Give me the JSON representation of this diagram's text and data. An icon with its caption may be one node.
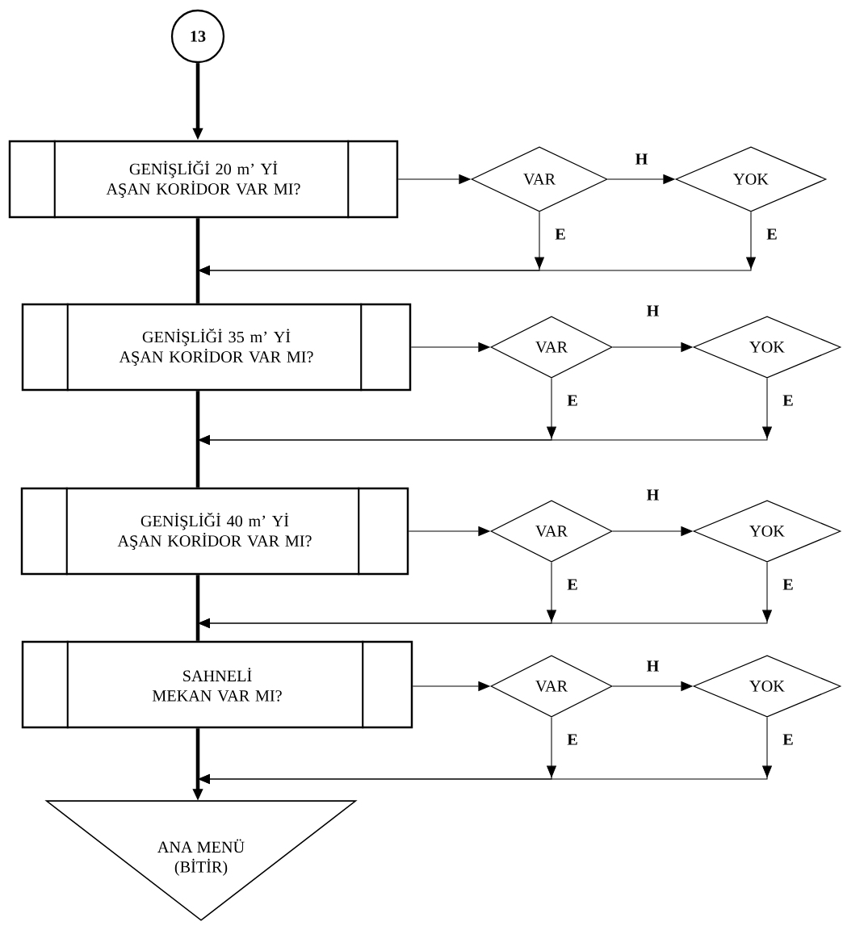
{
  "diagram": {
    "nodes": [
      {
        "text": [
          "13"
        ]
      },
      {
        "text": [
          "GENİŞLİĞİ 20 m’ Yİ AŞAN KORİDOR VAR MI?"
        ]
      },
      {
        "text": [
          "VAR"
        ]
      },
      {
        "text": [
          "YOK"
        ]
      },
      {
        "text": [
          "GENİŞLİĞİ 35 m’ Yİ AŞAN KORİDOR VAR MI?"
        ]
      },
      {
        "text": [
          "VAR"
        ]
      },
      {
        "text": [
          "YOK"
        ]
      },
      {
        "text": [
          "GENİŞLİĞİ 40 m’ Yİ AŞAN KORİDOR VAR MI?"
        ]
      },
      {
        "text": [
          "VAR"
        ]
      },
      {
        "text": [
          "YOK"
        ]
      },
      {
        "text": [
          "SAHNELİ MEKAN VAR MI?"
        ]
      },
      {
        "text": [
          "VAR"
        ]
      },
      {
        "text": [
          "YOK"
        ]
      },
      {
        "text": [
          "ANA MENÜ (BİTİR)"
        ]
      }
    ],
    "edges": [
      {
        "from": 0,
        "to": 1,
        "arrow": "to",
        "style": "thick"
      },
      {
        "from": 1,
        "to": 2,
        "arrow": "to"
      },
      {
        "from": 2,
        "to": 3,
        "arrow": "to",
        "label": "H"
      },
      {
        "from": 2,
        "to": null,
        "arrow": "to",
        "label": "E"
      },
      {
        "from": 3,
        "to": null,
        "arrow": "to",
        "label": "E"
      },
      {
        "from": 1,
        "to": 4,
        "arrow": "none",
        "style": "thick"
      },
      {
        "from": 4,
        "to": 5,
        "arrow": "to"
      },
      {
        "from": 5,
        "to": 6,
        "arrow": "to",
        "label": "H"
      },
      {
        "from": 5,
        "to": null,
        "arrow": "to",
        "label": "E"
      },
      {
        "from": 6,
        "to": null,
        "arrow": "to",
        "label": "E"
      },
      {
        "from": 4,
        "to": 7,
        "arrow": "none",
        "style": "thick"
      },
      {
        "from": 7,
        "to": 8,
        "arrow": "to"
      },
      {
        "from": 8,
        "to": 9,
        "arrow": "to",
        "label": "H"
      },
      {
        "from": 8,
        "to": null,
        "arrow": "to",
        "label": "E"
      },
      {
        "from": 9,
        "to": null,
        "arrow": "to",
        "label": "E"
      },
      {
        "from": 7,
        "to": 10,
        "arrow": "none",
        "style": "thick"
      },
      {
        "from": 10,
        "to": 11,
        "arrow": "to"
      },
      {
        "from": 11,
        "to": 12,
        "arrow": "to",
        "label": "H"
      },
      {
        "from": 11,
        "to": null,
        "arrow": "to",
        "label": "E"
      },
      {
        "from": 12,
        "to": null,
        "arrow": "to",
        "label": "E"
      },
      {
        "from": 10,
        "to": 13,
        "arrow": "to",
        "style": "thick"
      }
    ]
  }
}
